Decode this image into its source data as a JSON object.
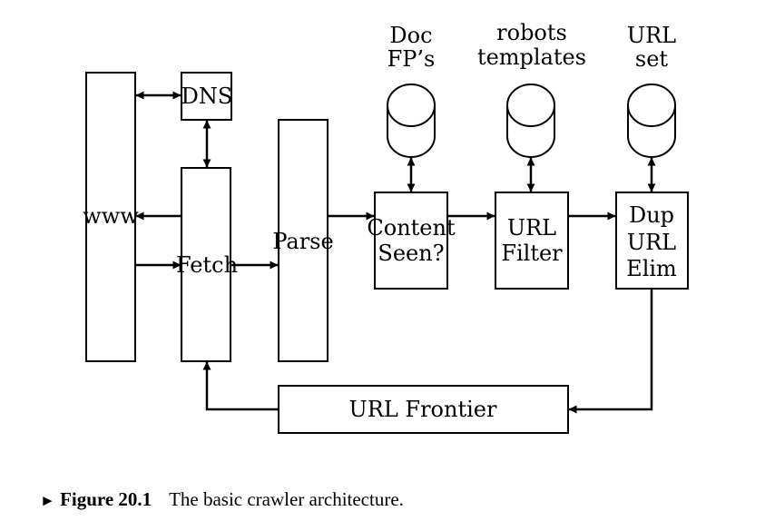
{
  "diagram": {
    "nodes": {
      "www": "www",
      "dns": "DNS",
      "fetch": "Fetch",
      "parse": "Parse",
      "content_seen": [
        "Content",
        "Seen?"
      ],
      "url_filter": [
        "URL",
        "Filter"
      ],
      "dup_url_elim": [
        "Dup",
        "URL",
        "Elim"
      ],
      "url_frontier": "URL Frontier"
    },
    "stores": {
      "doc_fps": [
        "Doc",
        "FP’s"
      ],
      "robots_templates": [
        "robots",
        "templates"
      ],
      "url_set": [
        "URL",
        "set"
      ]
    }
  },
  "caption": {
    "marker": "►",
    "figure_label": "Figure 20.1",
    "text": "The basic crawler architecture."
  }
}
